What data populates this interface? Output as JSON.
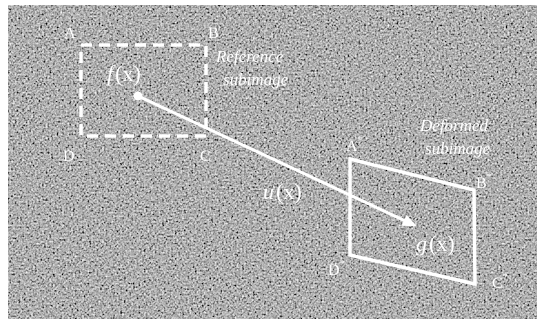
{
  "labels": {
    "ref_corners": [
      "A",
      "B",
      "C",
      "D"
    ],
    "def_corners": [
      "A",
      "B",
      "C",
      "D"
    ],
    "star": "*",
    "f_symbol": "f",
    "u_symbol": "u",
    "g_symbol": "g",
    "arg": "(x)",
    "reference_line1": "Reference",
    "reference_line2": "subimage",
    "deformed_line1": "Deformed",
    "deformed_line2": "subimage"
  },
  "colors": {
    "background_speckle_base": "#6e6e6e",
    "foreground": "#ffffff"
  }
}
